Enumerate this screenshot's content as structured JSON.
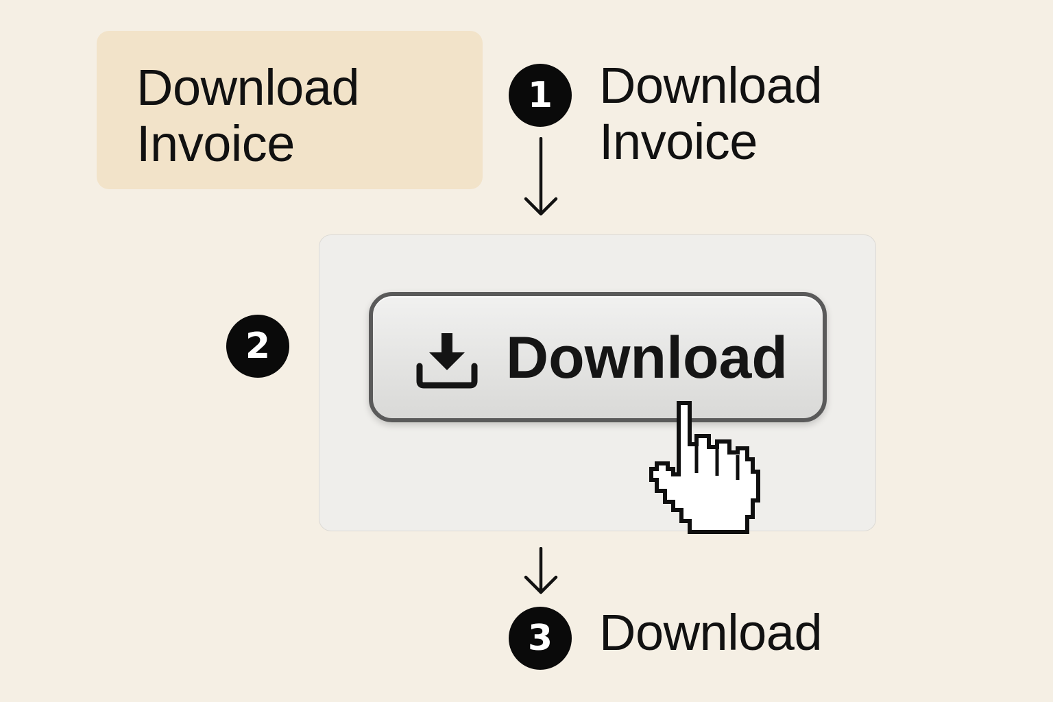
{
  "card": {
    "line1": "Download",
    "line2": "Invoice"
  },
  "steps": [
    {
      "number": "1",
      "line1": "Download",
      "line2": "Invoice"
    },
    {
      "number": "2"
    },
    {
      "number": "3",
      "line1": "Download"
    }
  ],
  "button": {
    "label": "Download",
    "icon": "download-icon"
  },
  "cursor": {
    "icon": "hand-pointer-cursor-icon"
  },
  "colors": {
    "background": "#f5efe4",
    "card": "#f2e3c9",
    "panel": "#efeeeb",
    "step_circle": "#0a0a0a",
    "button_border": "#5a5a5a"
  }
}
